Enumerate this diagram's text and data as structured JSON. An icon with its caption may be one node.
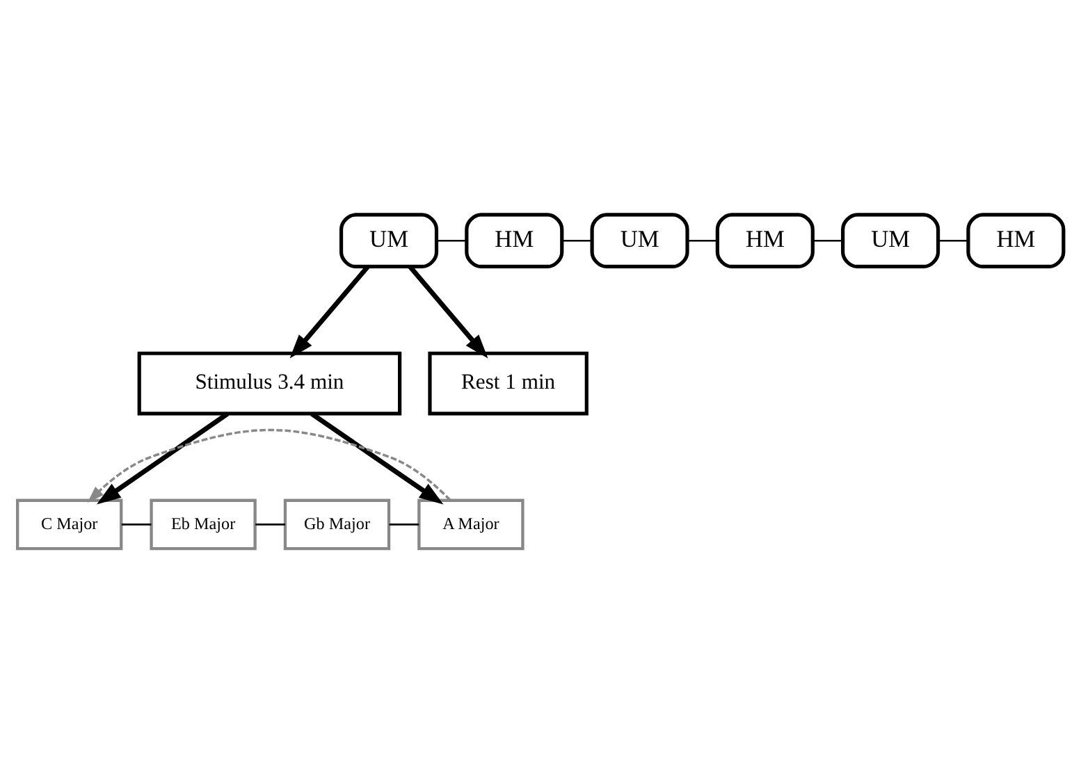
{
  "diagram": {
    "nodes": [
      {
        "text": [
          "UM"
        ]
      },
      {
        "text": [
          "HM"
        ]
      },
      {
        "text": [
          "UM"
        ]
      },
      {
        "text": [
          "HM"
        ]
      },
      {
        "text": [
          "UM"
        ]
      },
      {
        "text": [
          "HM"
        ]
      },
      {
        "text": [
          "Stimulus 3.4 min"
        ]
      },
      {
        "text": [
          "Rest 1 min"
        ]
      },
      {
        "text": [
          "C Major"
        ]
      },
      {
        "text": [
          "Eb Major"
        ]
      },
      {
        "text": [
          "Gb Major"
        ]
      },
      {
        "text": [
          "A Major"
        ]
      }
    ],
    "edges": [
      {
        "from": 0,
        "to": 1,
        "arrow": "none"
      },
      {
        "from": 1,
        "to": 2,
        "arrow": "none"
      },
      {
        "from": 2,
        "to": 3,
        "arrow": "none"
      },
      {
        "from": 3,
        "to": 4,
        "arrow": "none"
      },
      {
        "from": 4,
        "to": 5,
        "arrow": "none"
      },
      {
        "from": 0,
        "to": 6,
        "arrow": "to",
        "style": "thick"
      },
      {
        "from": 0,
        "to": 7,
        "arrow": "to",
        "style": "thick"
      },
      {
        "from": 6,
        "to": 8,
        "arrow": "to",
        "style": "thick"
      },
      {
        "from": 6,
        "to": 11,
        "arrow": "to",
        "style": "thick"
      },
      {
        "from": 8,
        "to": 9,
        "arrow": "none"
      },
      {
        "from": 9,
        "to": 10,
        "arrow": "none"
      },
      {
        "from": 10,
        "to": 11,
        "arrow": "none"
      },
      {
        "from": 11,
        "to": 8,
        "arrow": "to",
        "style": "dashed",
        "color": "#888888"
      }
    ]
  }
}
